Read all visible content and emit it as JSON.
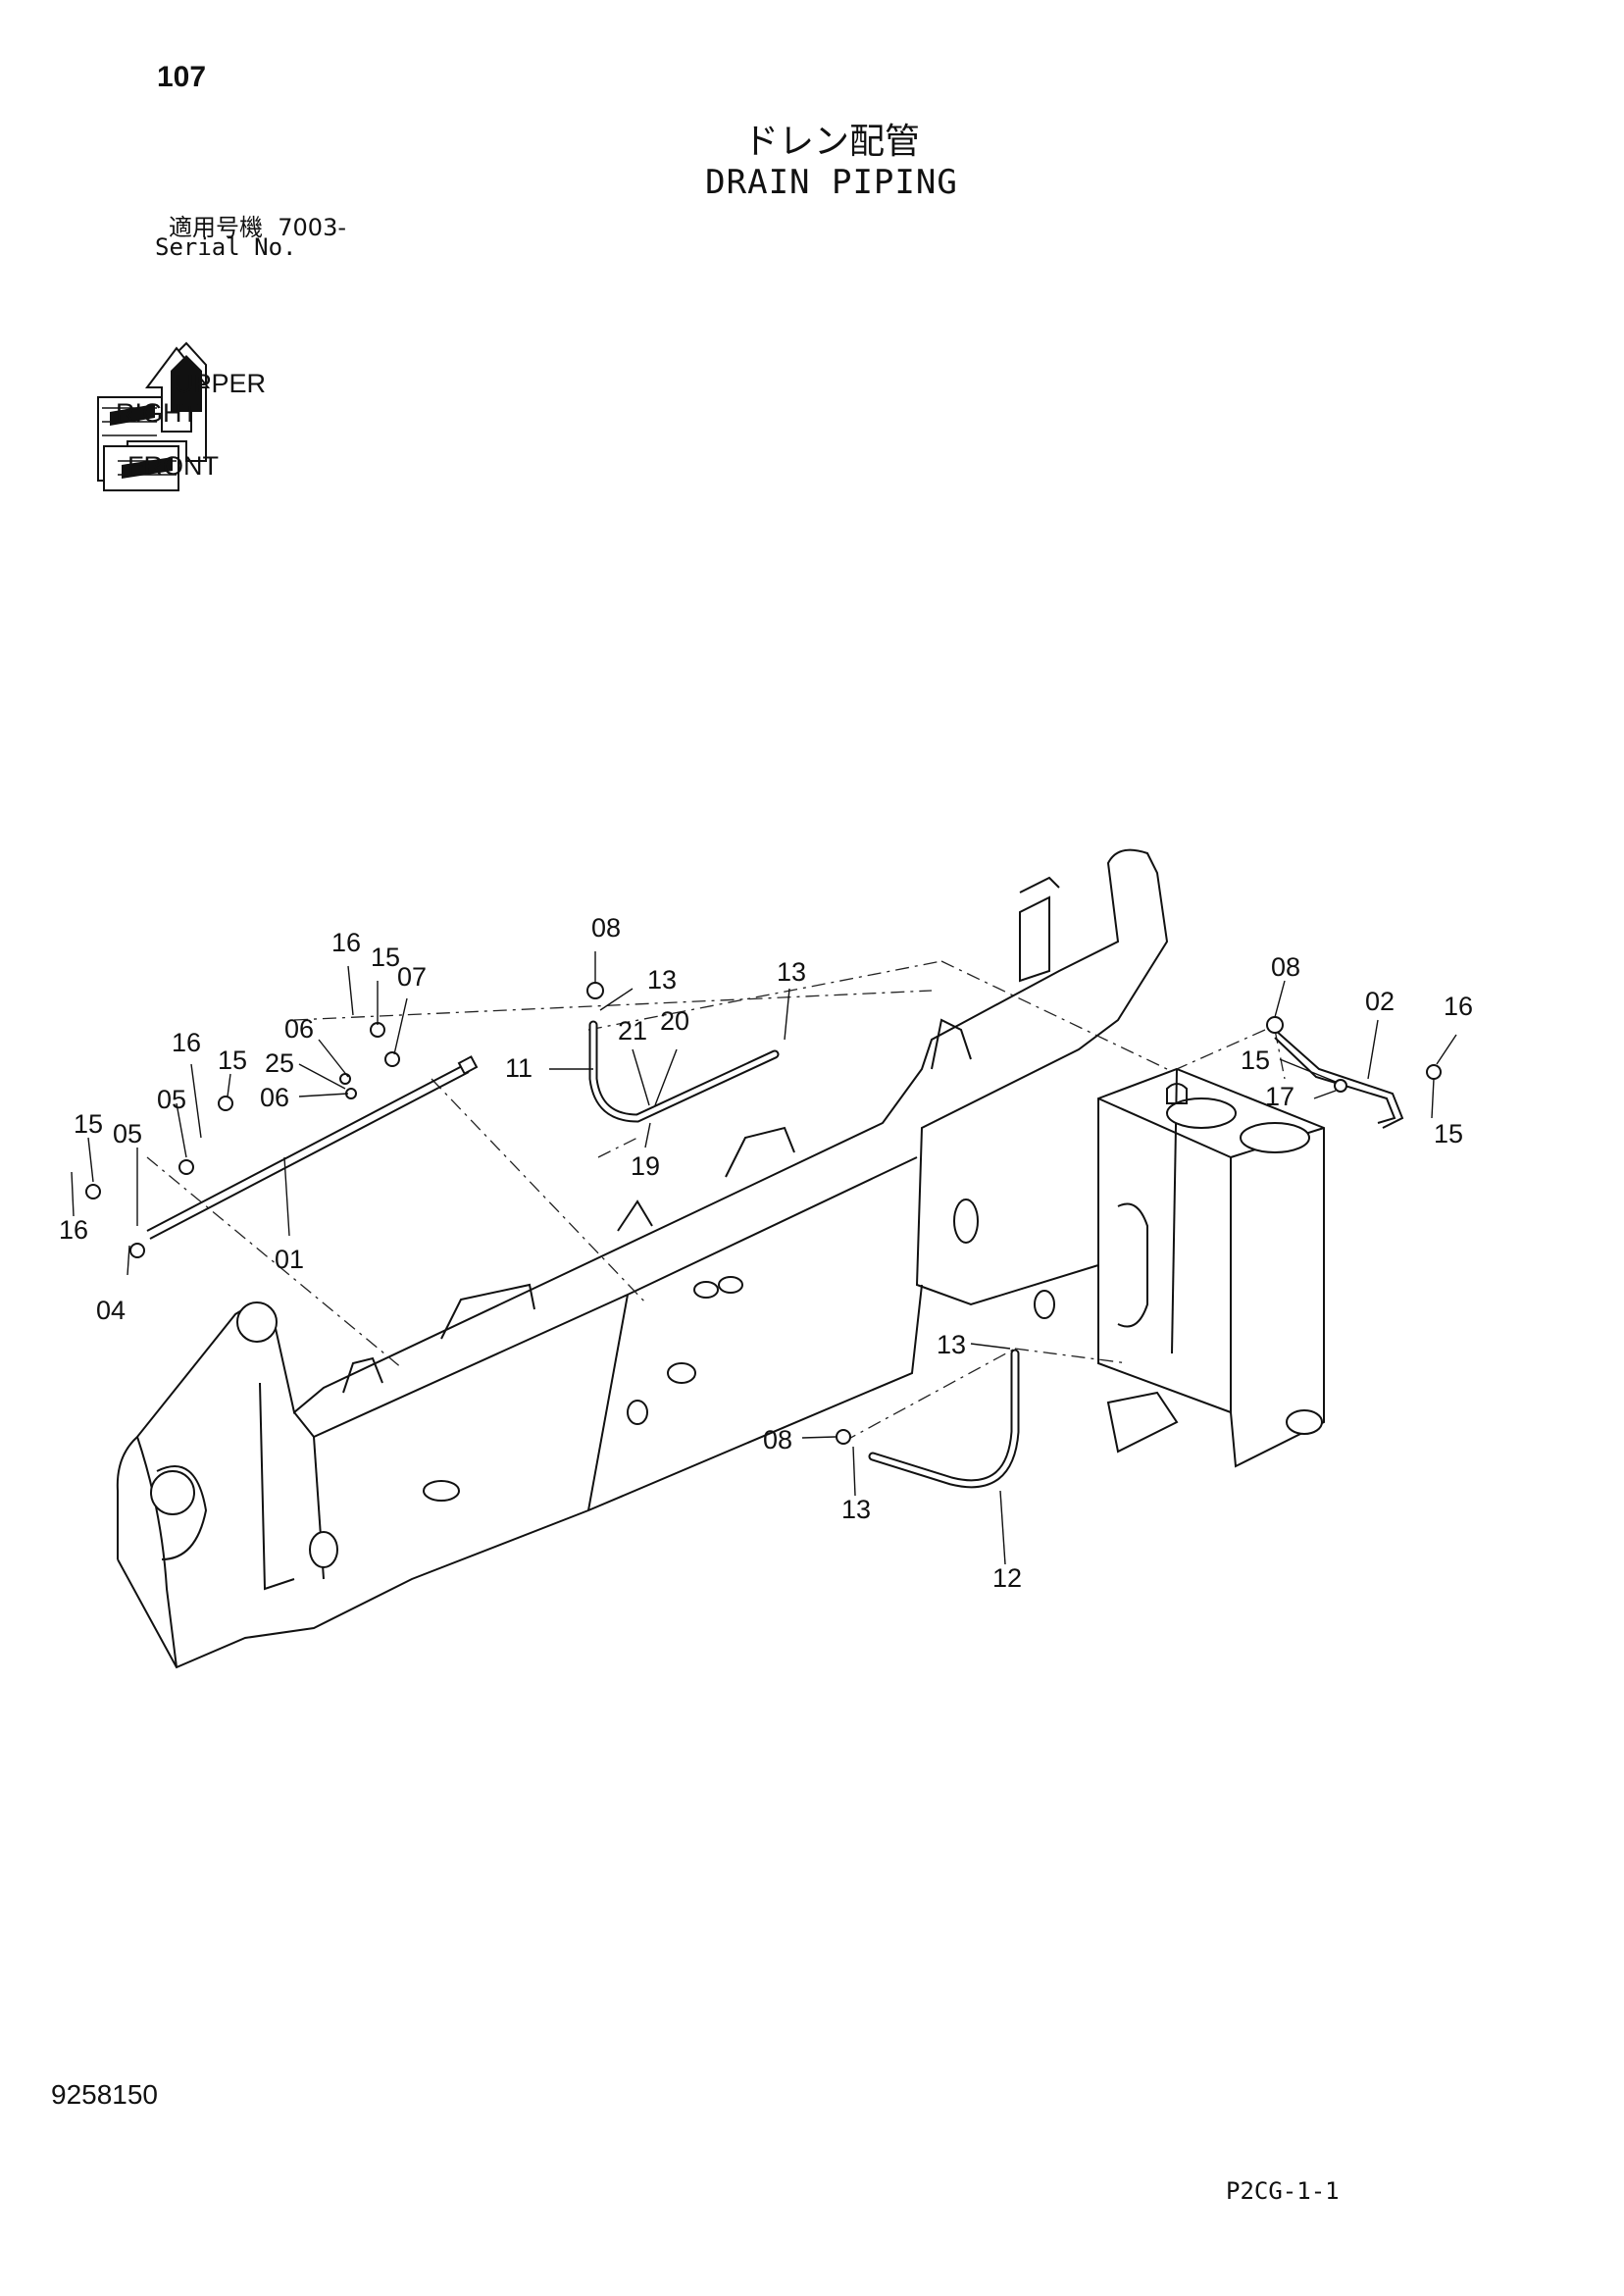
{
  "header": {
    "page_number": "107",
    "title_jp": "ドレン配管",
    "title_en": "DRAIN PIPING",
    "serial_label_jp": "適用号機",
    "serial_value": "7003-",
    "serial_label_en": "Serial No."
  },
  "orientation_icon": {
    "name": "orientation-arrows-icon",
    "words": [
      "UPPER",
      "RIGHT",
      "FRONT"
    ]
  },
  "callouts": [
    {
      "id": "c16a",
      "label": "16"
    },
    {
      "id": "c15a",
      "label": "15"
    },
    {
      "id": "c07",
      "label": "07"
    },
    {
      "id": "c06a",
      "label": "06"
    },
    {
      "id": "c25",
      "label": "25"
    },
    {
      "id": "c06b",
      "label": "06"
    },
    {
      "id": "c16b",
      "label": "16"
    },
    {
      "id": "c15b",
      "label": "15"
    },
    {
      "id": "c05a",
      "label": "05"
    },
    {
      "id": "c15c",
      "label": "15"
    },
    {
      "id": "c05b",
      "label": "05"
    },
    {
      "id": "c16c",
      "label": "16"
    },
    {
      "id": "c04",
      "label": "04"
    },
    {
      "id": "c01",
      "label": "01"
    },
    {
      "id": "c08a",
      "label": "08"
    },
    {
      "id": "c13a",
      "label": "13"
    },
    {
      "id": "c13b",
      "label": "13"
    },
    {
      "id": "c11",
      "label": "11"
    },
    {
      "id": "c21",
      "label": "21"
    },
    {
      "id": "c20",
      "label": "20"
    },
    {
      "id": "c19",
      "label": "19"
    },
    {
      "id": "c08b",
      "label": "08"
    },
    {
      "id": "c02",
      "label": "02"
    },
    {
      "id": "c16d",
      "label": "16"
    },
    {
      "id": "c15d",
      "label": "15"
    },
    {
      "id": "c17",
      "label": "17"
    },
    {
      "id": "c15e",
      "label": "15"
    },
    {
      "id": "c13c",
      "label": "13"
    },
    {
      "id": "c08c",
      "label": "08"
    },
    {
      "id": "c13d",
      "label": "13"
    },
    {
      "id": "c12",
      "label": "12"
    }
  ],
  "footer": {
    "doc_number": "9258150",
    "page_code": "P2CG-1-1"
  }
}
